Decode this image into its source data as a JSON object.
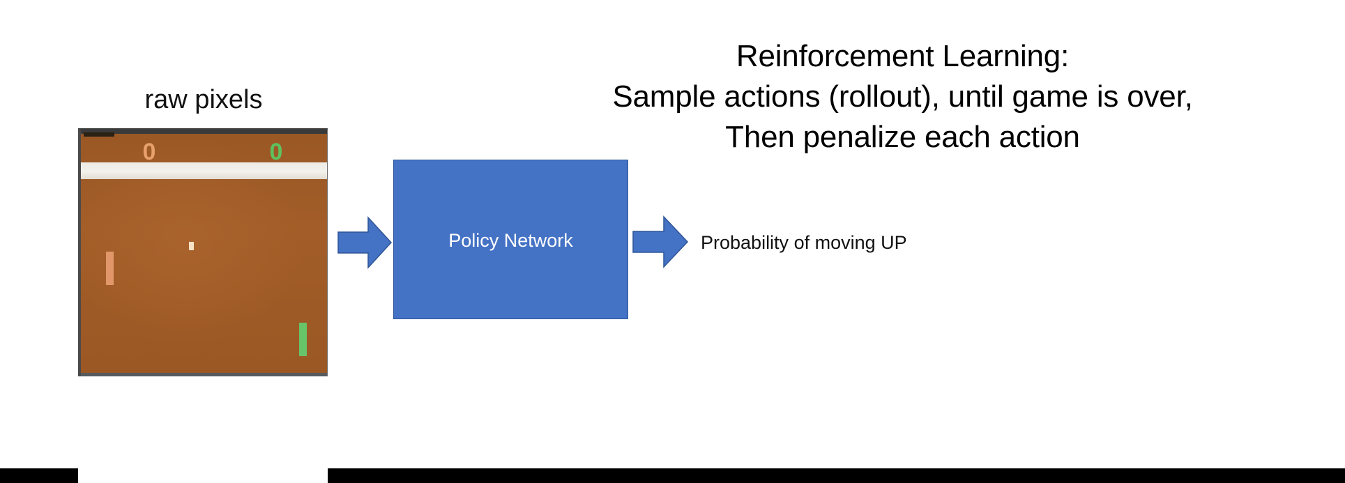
{
  "heading": {
    "line1": "Reinforcement Learning:",
    "line2": "Sample actions (rollout), until game is over,",
    "line3": "Then penalize each action"
  },
  "input": {
    "label": "raw pixels"
  },
  "game": {
    "name": "pong-frame",
    "background_color": "#9c5a27",
    "score_left": "0",
    "score_left_color": "#e8a06a",
    "score_right": "0",
    "score_right_color": "#5ec15e",
    "left_paddle_color": "#e1976a",
    "right_paddle_color": "#68c468",
    "ball_color": "#f6e2c6",
    "divider_color": "#efece7"
  },
  "model": {
    "box_label": "Policy Network",
    "box_color": "#4472c4",
    "box_border_color": "#2f5597",
    "text_color": "#ffffff"
  },
  "arrows": {
    "input_arrow_name": "arrow-right-into-policy-network",
    "output_arrow_name": "arrow-right-out-of-policy-network",
    "color": "#4472c4",
    "stroke": "#2f5597"
  },
  "output": {
    "label": "Probability of moving UP"
  },
  "icons": {
    "arrow_right": "arrow-right-icon"
  }
}
